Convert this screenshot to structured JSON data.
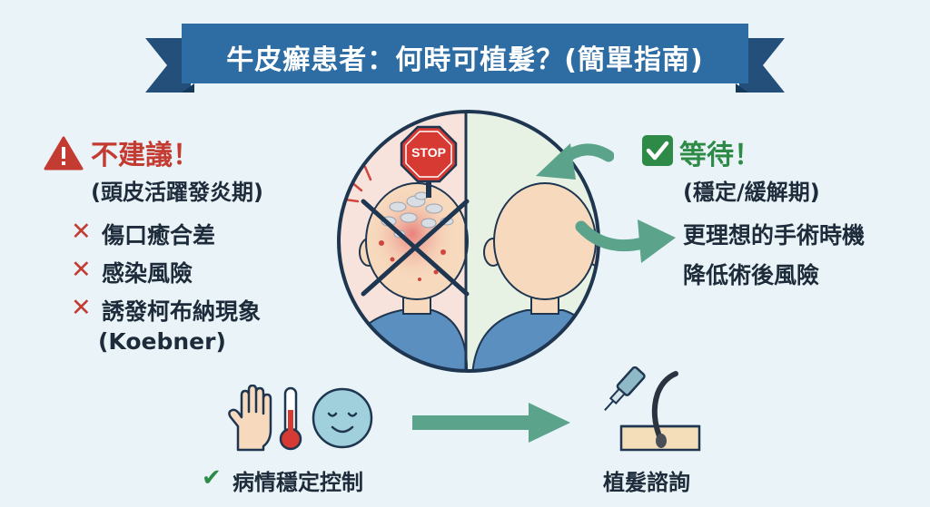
{
  "title": "牛皮癬患者：何時可植髮？(簡單指南)",
  "left": {
    "heading": "不建議！",
    "subheading": "(頭皮活躍發炎期)",
    "items": [
      "傷口癒合差",
      "感染風險",
      "誘發柯布納現象"
    ],
    "note": "(Koebner)",
    "sign_text": "STOP"
  },
  "right": {
    "heading": "等待！",
    "subheading": "(穩定/緩解期)",
    "benefits": [
      "更理想的手術時機",
      "降低術後風險"
    ]
  },
  "bottom": {
    "left_caption": "病情穩定控制",
    "right_caption": "植髮諮詢"
  },
  "icons": {
    "warning": "warning-triangle-icon",
    "check": "check-square-icon",
    "cross": "cross-icon",
    "stop": "stop-sign-icon",
    "hand": "hand-icon",
    "thermometer": "thermometer-icon",
    "face": "calm-face-icon",
    "arrow": "arrow-right-icon",
    "transplant": "hair-transplant-icon"
  },
  "colors": {
    "banner": "#2e6da4",
    "warning_red": "#c43b32",
    "ok_green": "#2e8b47",
    "arrow_green": "#5ba38a",
    "skin": "#f7d9bd",
    "shirt": "#5b8fc0"
  }
}
